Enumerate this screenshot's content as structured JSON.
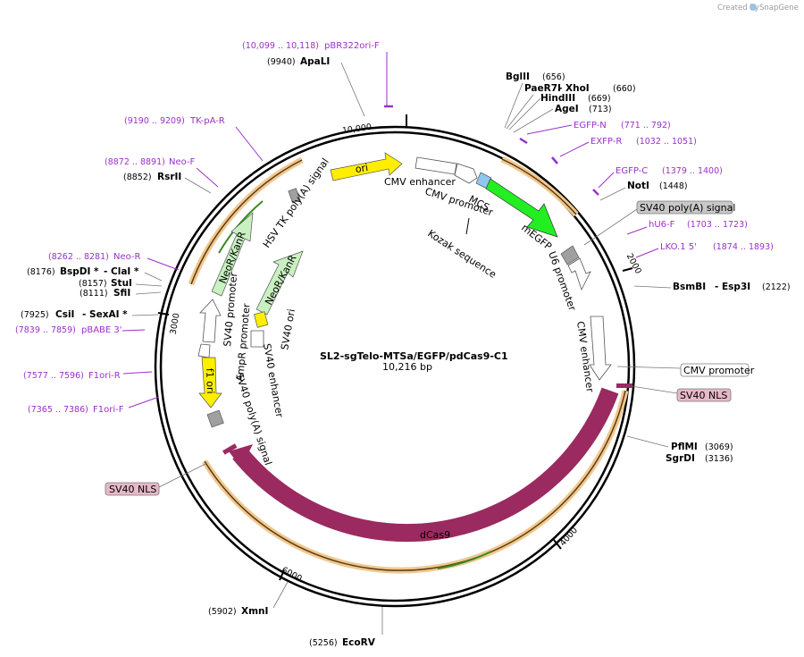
{
  "watermark": {
    "created_by": "Created by",
    "brand": "SnapGene"
  },
  "plasmid": {
    "name": "SL2-sgTelo-MTSa/EGFP/pdCas9-C1",
    "length": "10,216 bp"
  },
  "ticks": [
    "10,000",
    "2000",
    "3000",
    "4000",
    "6000"
  ],
  "enzymes": [
    {
      "name": "ApaLI",
      "pos": "(9940)"
    },
    {
      "name": "BglII",
      "pos": "(656)"
    },
    {
      "name": "PaeR7I",
      "sep": "- XhoI",
      "pos": "(660)"
    },
    {
      "name": "HindIII",
      "pos": "(669)"
    },
    {
      "name": "AgeI",
      "pos": "(713)"
    },
    {
      "name": "NotI",
      "pos": "(1448)"
    },
    {
      "name": "RsrII",
      "pos": "(8852)"
    },
    {
      "name": "BsmBI",
      "sep": "- Esp3I",
      "pos": "(2122)"
    },
    {
      "name": "BspDI *",
      "sep": "- ClaI *",
      "pos": "(8176)"
    },
    {
      "name": "StuI",
      "pos": "(8157)"
    },
    {
      "name": "SfiI",
      "pos": "(8111)"
    },
    {
      "name": "CsiI",
      "sep": "- SexAI *",
      "pos": "(7925)"
    },
    {
      "name": "PflMI",
      "pos": "(3069)"
    },
    {
      "name": "SgrDI",
      "pos": "(3136)"
    },
    {
      "name": "XmnI",
      "pos": "(5902)"
    },
    {
      "name": "EcoRV",
      "pos": "(5256)"
    }
  ],
  "primers": [
    {
      "name": "pBR322ori-F",
      "range": "(10,099 .. 10,118)"
    },
    {
      "name": "TK-pA-R",
      "range": "(9190 .. 9209)"
    },
    {
      "name": "Neo-F",
      "range": "(8872 .. 8891)"
    },
    {
      "name": "Neo-R",
      "range": "(8262 .. 8281)"
    },
    {
      "name": "pBABE 3'",
      "range": "(7839 .. 7859)"
    },
    {
      "name": "F1ori-R",
      "range": "(7577 .. 7596)"
    },
    {
      "name": "F1ori-F",
      "range": "(7365 .. 7386)"
    },
    {
      "name": "EGFP-N",
      "range": "(771 .. 792)"
    },
    {
      "name": "EXFP-R",
      "range": "(1032 .. 1051)"
    },
    {
      "name": "EGFP-C",
      "range": "(1379 .. 1400)"
    },
    {
      "name": "hU6-F",
      "range": "(1703 .. 1723)"
    },
    {
      "name": "LKO.1 5'",
      "range": "(1874 .. 1893)"
    }
  ],
  "boxed_labels": {
    "sv40_polya": "SV40 poly(A) signal",
    "cmv_promoter": "CMV promoter",
    "sv40_nls_right": "SV40 NLS",
    "sv40_nls_left": "SV40 NLS"
  },
  "features": {
    "ori": "ori",
    "cmv_enhancer_top": "CMV enhancer",
    "cmv_promoter_top": "CMV promoter",
    "mcs": "MCS",
    "kozak": "Kozak sequence",
    "megfp": "mEGFP",
    "u6_promoter": "U6 promoter",
    "cmv_enhancer_right": "CMV enhancer",
    "dcas9": "dCas9",
    "f1_ori": "f1 ori",
    "sv40_polya_inner": "SV40 poly(A) signal",
    "ampr_promoter": "AmpR promoter",
    "sv40_promoter_a": "SV40 promoter",
    "sv40_promoter_b": "SV40 promoter",
    "sv40_enhancer": "SV40 enhancer",
    "sv40_ori": "SV40 ori",
    "neokanr_a": "NeoR/KanR",
    "neokanr_b": "NeoR/KanR",
    "hsv_tk": "HSV TK poly(A) signal"
  },
  "colors": {
    "megfp": "#22ee22",
    "dcas9": "#9a2a60",
    "ori": "#ffee00",
    "f1_ori": "#ffee00",
    "sv40_ori": "#ffee00",
    "neokanr": "#c8f0c0",
    "mcs": "#8ec8ee",
    "primer": "#9b30c8",
    "sv40_nls_box": "#e8b8c8",
    "orf_arrow": "#c87a20",
    "polya_box": "#a0a0a0"
  }
}
